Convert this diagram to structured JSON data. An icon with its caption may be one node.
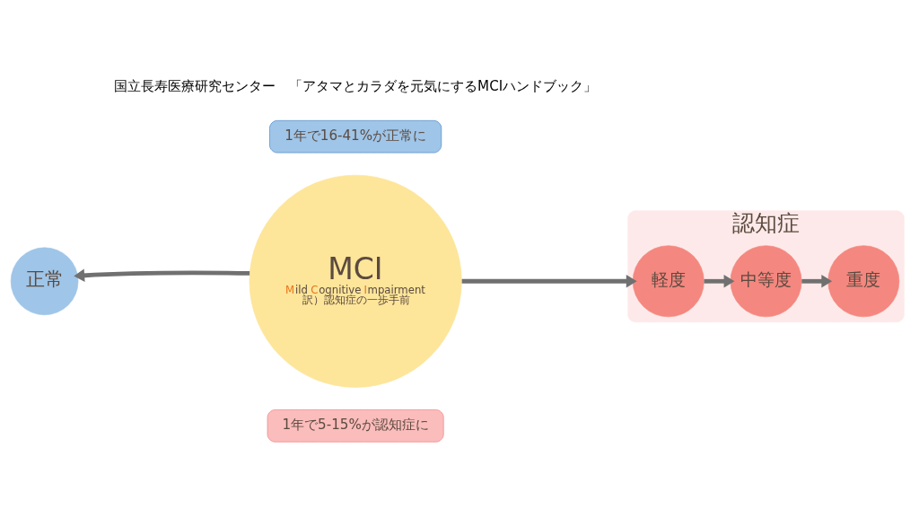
{
  "diagram": {
    "nodes": [
      {
        "text": [
          "1年で16-41%が正常に"
        ]
      },
      {
        "text": [
          "正常"
        ]
      },
      {
        "text": [
          "MCI",
          "Mild Cognitive Impairment",
          "訳）認知症の一歩手前"
        ]
      },
      {
        "text": [
          "認知症"
        ]
      },
      {
        "text": [
          "軽度"
        ],
        "in": 3
      },
      {
        "text": [
          "中等度"
        ],
        "in": 3
      },
      {
        "text": [
          "重度"
        ],
        "in": 3
      },
      {
        "text": [
          "1年で5-15%が認知症に"
        ]
      }
    ],
    "edges": [
      {
        "from": 2,
        "to": 1,
        "arrow": "to"
      },
      {
        "from": 2,
        "to": 4,
        "arrow": "to"
      },
      {
        "from": 4,
        "to": 5,
        "arrow": "to"
      },
      {
        "from": 5,
        "to": 6,
        "arrow": "to"
      }
    ],
    "labels": [
      "国立長寿医療研究センター　「アタマとカラダを元気にするMCIハンドブック」"
    ]
  }
}
